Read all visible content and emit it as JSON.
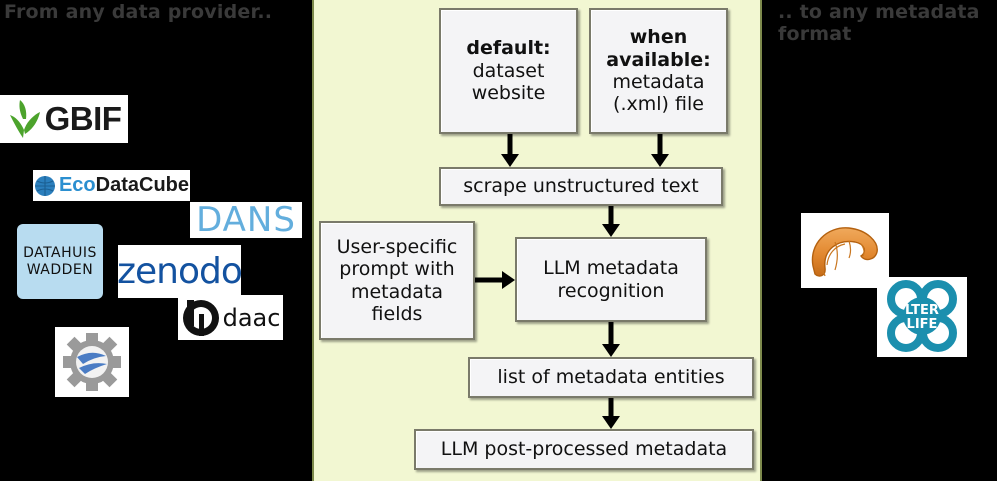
{
  "captions": {
    "left": "From any data provider..",
    "right": ".. to any metadata format"
  },
  "colors": {
    "background": "#000000",
    "panel_fill": "#f2f7d2",
    "panel_border": "#7d8a4c",
    "node_fill": "#f4f4f6",
    "node_border": "#7a7a6a",
    "caption_text": "#3a3a3a",
    "arrow": "#000000",
    "gbif_green": "#4ca32c",
    "ecodatacube_blue": "#2b8fd0",
    "dans_blue": "#63aedd",
    "zenodo_blue": "#1352a0",
    "datahuis_blue": "#b8dcf0",
    "croissant_orange": "#e08a33",
    "lterlife_teal": "#1b8fae",
    "geoserver_gray": "#9a9a9a",
    "geoserver_blue": "#4a7cc4"
  },
  "pipeline": {
    "nodes": {
      "default_source": {
        "emphasis": "default:",
        "line2": "dataset",
        "line3": "website"
      },
      "xml_source": {
        "emphasis_line1": "when",
        "emphasis_line2": "available:",
        "line3": "metadata",
        "line4": "(.xml) file"
      },
      "scrape": {
        "label": "scrape unstructured text"
      },
      "user_prompt": {
        "line1": "User-specific",
        "line2": "prompt with",
        "line3": "metadata",
        "line4": "fields"
      },
      "llm_recognition": {
        "line1": "LLM metadata",
        "line2": "recognition"
      },
      "entity_list": {
        "label": "list of metadata entities"
      },
      "post_processed": {
        "label": "LLM post-processed metadata"
      }
    },
    "arrows": [
      {
        "from": "default_source",
        "to": "scrape",
        "direction": "down"
      },
      {
        "from": "xml_source",
        "to": "scrape",
        "direction": "down"
      },
      {
        "from": "scrape",
        "to": "llm_recognition",
        "direction": "down"
      },
      {
        "from": "user_prompt",
        "to": "llm_recognition",
        "direction": "right"
      },
      {
        "from": "llm_recognition",
        "to": "entity_list",
        "direction": "down"
      },
      {
        "from": "entity_list",
        "to": "post_processed",
        "direction": "down"
      }
    ]
  },
  "providers": [
    {
      "id": "gbif",
      "label": "GBIF"
    },
    {
      "id": "ecodatacube",
      "part1": "Eco",
      "part2": "Data",
      "part3": "Cube"
    },
    {
      "id": "dans",
      "label": "DANS"
    },
    {
      "id": "datahuis-wadden",
      "line1": "DATAHUIS",
      "line2": "WADDEN"
    },
    {
      "id": "zenodo",
      "label": "zenodo"
    },
    {
      "id": "lpdaac",
      "label": "daac"
    },
    {
      "id": "geoserver",
      "label": ""
    }
  ],
  "outputs": [
    {
      "id": "croissant",
      "label": ""
    },
    {
      "id": "lterlife",
      "line1": "LTER",
      "line2": "LIFE"
    }
  ]
}
